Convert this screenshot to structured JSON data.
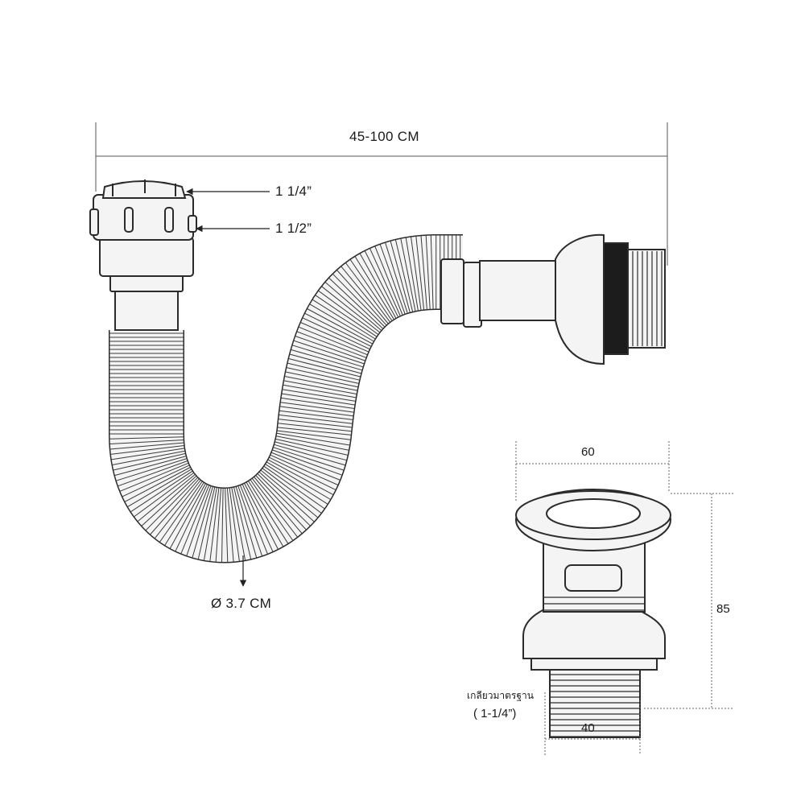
{
  "dimensions": {
    "overall_length": "45-100 CM",
    "thread_top": "1 1/4”",
    "thread_outer": "1 1/2”",
    "hose_diameter": "Ø 3.7 CM",
    "drain_top_width": "60",
    "drain_height": "85",
    "drain_thread_width": "40",
    "thread_standard_label": "เกลียวมาตรฐาน",
    "thread_standard_size": "( 1-1/4”)"
  },
  "colors": {
    "stroke": "#2b2b2b",
    "fill": "#f4f4f4",
    "gasket": "#1c1c1c",
    "dim_line": "#555555"
  }
}
